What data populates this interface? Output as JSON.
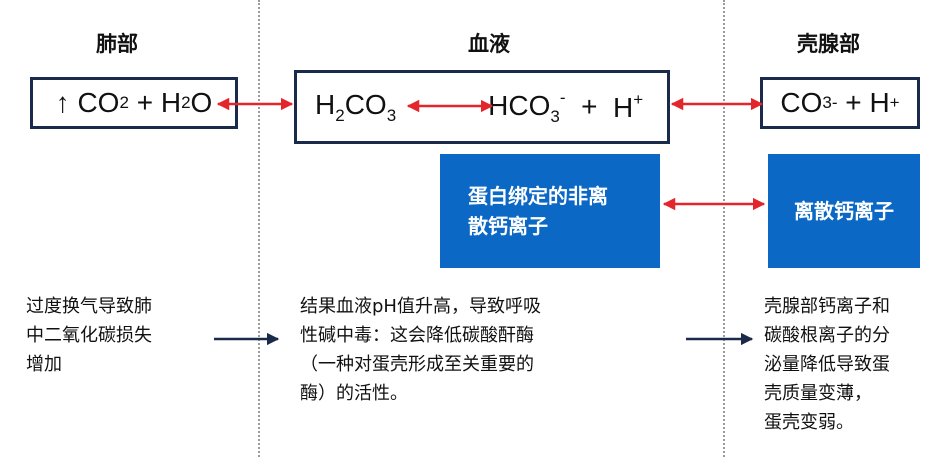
{
  "headers": {
    "lung": "肺部",
    "blood": "血液",
    "shell_gland": "壳腺部"
  },
  "lung_box": {
    "arrow": "↑",
    "co": "CO",
    "co_sub": "2",
    "plus": "+",
    "h": "H",
    "h_sub": "2",
    "o": "O"
  },
  "blood_box": {
    "h": "H",
    "h_sub": "2",
    "co": "CO",
    "co_sub": "3",
    "hco": "HCO",
    "hco_sub": "3",
    "hco_sup": "-",
    "plus": "+",
    "hp": "H",
    "hp_sup": "+"
  },
  "gland_box": {
    "co": "CO",
    "co_sub": "3",
    "co_sup": "-",
    "plus": "+",
    "h": "H",
    "h_sup": "+"
  },
  "blue_boxes": {
    "bound_line1": "蛋白绑定的非离",
    "bound_line2": "散钙离子",
    "free": "离散钙离子"
  },
  "notes": {
    "lung": [
      "过度换气导致肺",
      "中二氧化碳损失",
      "增加"
    ],
    "blood": [
      "结果血液pH值升高，导致呼吸",
      "性碱中毒：这会降低碳酸酐酶",
      "（一种对蛋壳形成至关重要的",
      "酶）的活性。"
    ],
    "gland": [
      "壳腺部钙离子和",
      "碳酸根离子的分",
      "泌量降低导致蛋",
      "壳质量变薄，",
      "蛋壳变弱。"
    ]
  },
  "colors": {
    "arrow_red": "#e3262c",
    "arrow_navy": "#1a2a4a",
    "blue_box": "#0b68c4",
    "box_border": "#1a2a4a"
  }
}
